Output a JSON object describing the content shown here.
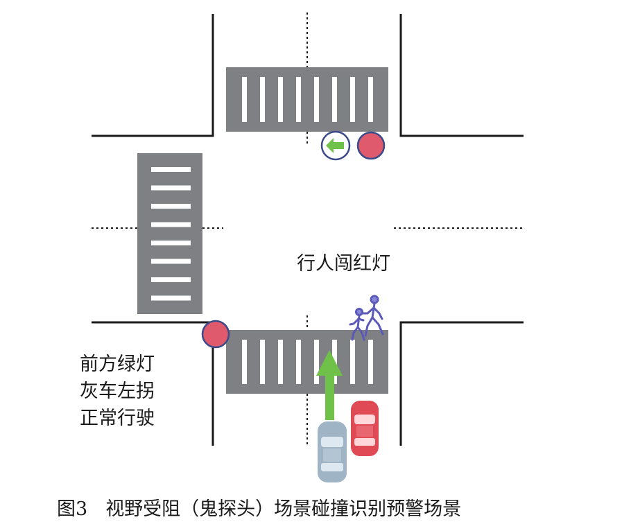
{
  "labels": {
    "pedestrian": "行人闯红灯",
    "left_note": [
      "前方绿灯",
      "灰车左拐",
      "正常行驶"
    ]
  },
  "caption": {
    "figure": "图3",
    "text": "视野受阻（鬼探头）场景碰撞识别预警场景"
  },
  "colors": {
    "road_line": "#1a1a1a",
    "crosswalk": "#7f8083",
    "stripe": "#ffffff",
    "red_light": "#e05a6e",
    "light_border": "#3a4a8a",
    "green_arrow": "#6fc14a",
    "grey_car": "#9fb4c4",
    "red_car": "#e04a55",
    "pedestrian": "#5a58b8"
  },
  "icons": {
    "north_left_arrow_light": "green-left-arrow-icon",
    "north_red_light": "red-light-icon",
    "south_red_light": "red-light-icon",
    "pedestrians": "pedestrians-icon",
    "grey_car": "car-icon",
    "red_car": "car-icon",
    "direction_arrow": "up-arrow-icon"
  }
}
